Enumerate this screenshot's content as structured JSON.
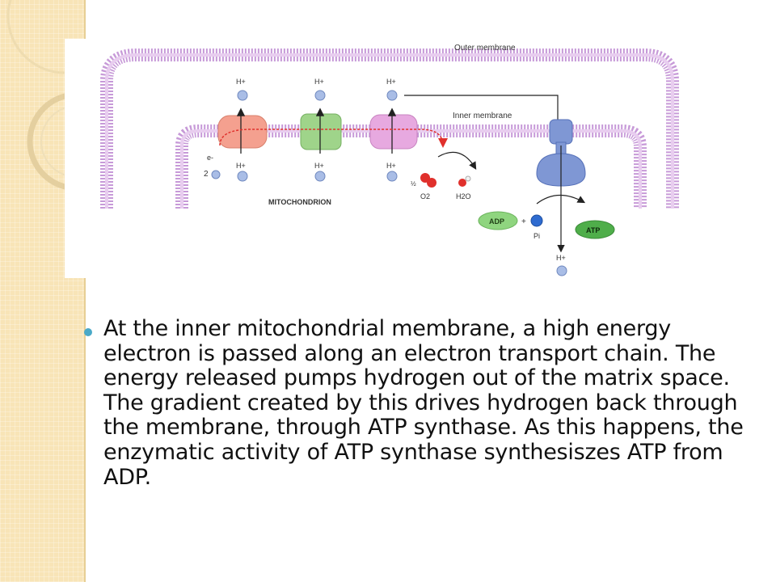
{
  "diagram": {
    "labels": {
      "outer_membrane": "Outer membrane",
      "inner_membrane": "Inner membrane",
      "compartment": "MITOCHONDRION",
      "proton": "H+",
      "electron_count": "2",
      "electron": "e-",
      "oxygen_coeff": "½",
      "oxygen": "O2",
      "water": "H2O",
      "adp": "ADP",
      "plus": "+",
      "phosphate": "Pi",
      "atp": "ATP"
    },
    "colors": {
      "membrane": "#c79ad8",
      "proton": "#a9bde6",
      "complex_1": "#f4a08f",
      "complex_2": "#9fd48a",
      "complex_3": "#e7a9e0",
      "atp_synthase": "#7f97d4",
      "adp": "#8fd57f",
      "atp": "#4fae4a",
      "oxygen": "#e0302c",
      "phosphate": "#2e6bd0"
    }
  },
  "text": {
    "bullet": "At the inner mitochondrial membrane, a high energy electron is passed along an electron transport chain. The energy released pumps hydrogen out of the matrix space. The gradient created by this drives hydrogen back through the membrane, through ATP synthase. As this happens, the enzymatic activity of ATP synthase synthesiszes ATP from ADP."
  }
}
